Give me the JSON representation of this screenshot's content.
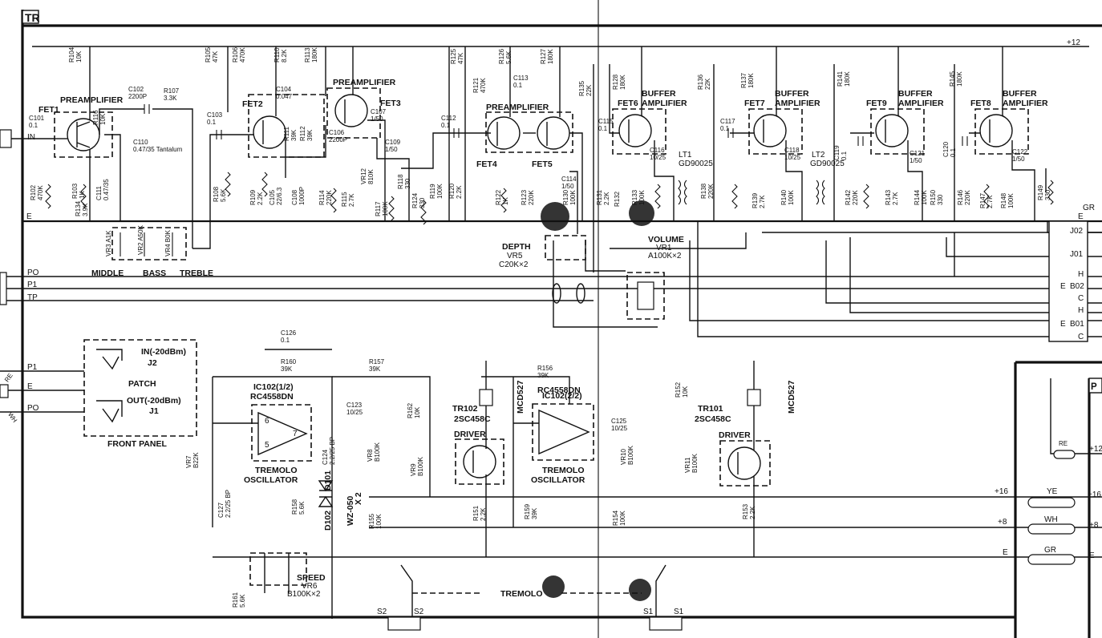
{
  "board_label": "TR",
  "blocks": {
    "preamp1": {
      "t": "PREAMPLIFIER",
      "fet": "FET1"
    },
    "preamp2": {
      "t": "PREAMPLIFIER",
      "fet2": "FET2",
      "fet3": "FET3"
    },
    "preamp3": {
      "t": "PREAMPLIFIER",
      "fet4": "FET4",
      "fet5": "FET5"
    },
    "buf6": {
      "t1": "BUFFER",
      "t2": "AMPLIFIER",
      "fet": "FET6"
    },
    "buf7": {
      "t1": "BUFFER",
      "t2": "AMPLIFIER",
      "fet": "FET7"
    },
    "buf9": {
      "t1": "BUFFER",
      "t2": "AMPLIFIER",
      "fet": "FET9"
    },
    "buf8": {
      "t1": "BUFFER",
      "t2": "AMPLIFIER",
      "fet": "FET8"
    }
  },
  "tone": {
    "middle": "MIDDLE",
    "bass": "BASS",
    "treble": "TREBLE"
  },
  "depth": {
    "t": "DEPTH",
    "vr": "VR5",
    "val": "C20K×2"
  },
  "volume": {
    "t": "VOLUME",
    "vr": "VR1",
    "val": "A100K×2"
  },
  "lt1": {
    "t": "LT1",
    "part": "GD90025"
  },
  "lt2": {
    "t": "LT2",
    "part": "GD90025"
  },
  "ic1": {
    "t": "IC102(1/2)",
    "part": "RC4558DN",
    "f1": "TREMOLO",
    "f2": "OSCILLATOR"
  },
  "ic2": {
    "t": "IC102(2/2)",
    "part": "RC4558DN",
    "f1": "TREMOLO",
    "f2": "OSCILLATOR"
  },
  "driver1": {
    "t": "DRIVER",
    "tr": "TR102",
    "part": "2SC458C",
    "led": "MCD527"
  },
  "driver2": {
    "t": "DRIVER",
    "tr": "TR101",
    "part": "2SC458C",
    "led": "MCD527"
  },
  "patch": {
    "t": "PATCH",
    "in": "IN(-20dBm)",
    "j2": "J2",
    "out": "OUT(-20dBm)",
    "j1": "J1",
    "panel": "FRONT PANEL"
  },
  "speed": {
    "t": "SPEED",
    "vr": "VR6",
    "val": "B100K×2"
  },
  "tremolo_sw": "TREMOLO",
  "diode": {
    "d1": "D101",
    "d2": "D102",
    "part": "WZ-050",
    "x": "X 2"
  },
  "left_terminals": [
    "IN",
    "E",
    "PO",
    "P1",
    "TP",
    "P1",
    "E",
    "PO"
  ],
  "wire_colors": [
    "RE",
    "WH"
  ],
  "right_terminals": [
    "+12",
    "E",
    "J02",
    "J01",
    "H",
    "E",
    "C",
    "H",
    "E",
    "B01",
    "C",
    "B02"
  ],
  "power_rails": {
    "p16": "+16",
    "p8": "+8",
    "e": "E",
    "ye": "YE",
    "wh": "WH",
    "gr": "GR",
    "re": "RE",
    "p12": "+12",
    "gr_top": "GR"
  },
  "p_board": "P",
  "switch_labels": [
    "S2",
    "S2",
    "S1",
    "S1"
  ],
  "components": {
    "R104": "R104\n10K",
    "C102": "C102\n2200P",
    "R107": "R107\n3.3K",
    "C101": "C101\n0.1",
    "R102": "R102\n470K",
    "R103": "R103\n1K",
    "R116": "R116\n10K",
    "C110": "C110\n0.47/35 Tantalum",
    "C111": "C111\n0.47/35",
    "R134": "R134\n3.9K",
    "R105": "R105\n47K",
    "R106": "R106\n470K",
    "R110": "R110\n8.2K",
    "C104": "C104\n0.047",
    "R113": "R113\n180K",
    "C103": "C103\n0.1",
    "R108": "R108\n5.6K",
    "R111": "R111\n39K",
    "R112": "R112\n39K",
    "C106": "C106\n2200P",
    "C107": "C107\n1/50",
    "C109": "C109\n1/50",
    "R109": "R109\n2.2K",
    "C105": "C105\n22/6.3",
    "C108": "C108\n1000P",
    "R114": "R114\n220K",
    "R115": "R115\n2.7K",
    "VR12": "VR12\n810K",
    "R117": "R117\n100K",
    "R118": "R118\n330",
    "R124": "R124\n330",
    "R125": "R125\n47K",
    "R126": "R126\n5.6K",
    "C113": "C113\n0.1",
    "R127": "R127\n180K",
    "R121": "R121\n470K",
    "C112": "C112\n0.1",
    "R119": "R119\n100K",
    "R120": "R120\n2.2K",
    "R122": "R122\n1K",
    "R123": "R123\n220K",
    "C114": "C114\n1/50",
    "R130": "R130\n100K",
    "R135": "R135\n22K",
    "R128": "R128\n180K",
    "C115": "C115\n0.1",
    "R131": "R131\n2.2K",
    "R132": "R132",
    "R133": "R133\n100K",
    "C116": "C116\n10/25",
    "R136": "R136\n22K",
    "R137": "R137\n180K",
    "C117": "C117\n0.1",
    "R138": "R138\n220K",
    "C119": "C119\n0.1",
    "C118": "C118\n10/25",
    "R139": "R139\n2.7K",
    "R140": "R140\n100K",
    "R141": "R141\n180K",
    "R142": "R142\n220K",
    "R143": "R143\n2.7K",
    "R144": "R144\n100K",
    "R150": "R150\n330",
    "C121": "C121\n1/50",
    "R145": "R145\n180K",
    "C120": "C120\n0.1",
    "R146": "R146\n220K",
    "R147": "R147\n2.7K",
    "R148": "R148\n100K",
    "C122": "C122\n1/50",
    "R149": "R149\n330",
    "C126": "C126\n0.1",
    "R160": "R160\n39K",
    "R157": "R157\n39K",
    "R156": "R156\n39K",
    "C123": "C123\n10/25",
    "C124": "C124\n2.2/25 BP",
    "VR8": "VR8\nB100K",
    "VR7": "VR7\nB22K",
    "C127": "C127\n2.2/25 BP",
    "R158": "R158\n5.6K",
    "R155": "R155\n100K",
    "R162": "R162\n10K",
    "VR9": "VR9\nB100K",
    "R151": "R151\n2.2K",
    "R159": "R159\n39K",
    "C125": "C125\n10/25",
    "VR10": "VR10\nB100K",
    "R154": "R154\n100K",
    "R152": "R152\n10K",
    "VR11": "VR11\nB100K",
    "R153": "R153\n2.2K",
    "R161": "R161\n5.6K",
    "VR3": "VR3 A1K",
    "VR2": "VR2 A50K",
    "VR4": "VR4 B0K"
  }
}
